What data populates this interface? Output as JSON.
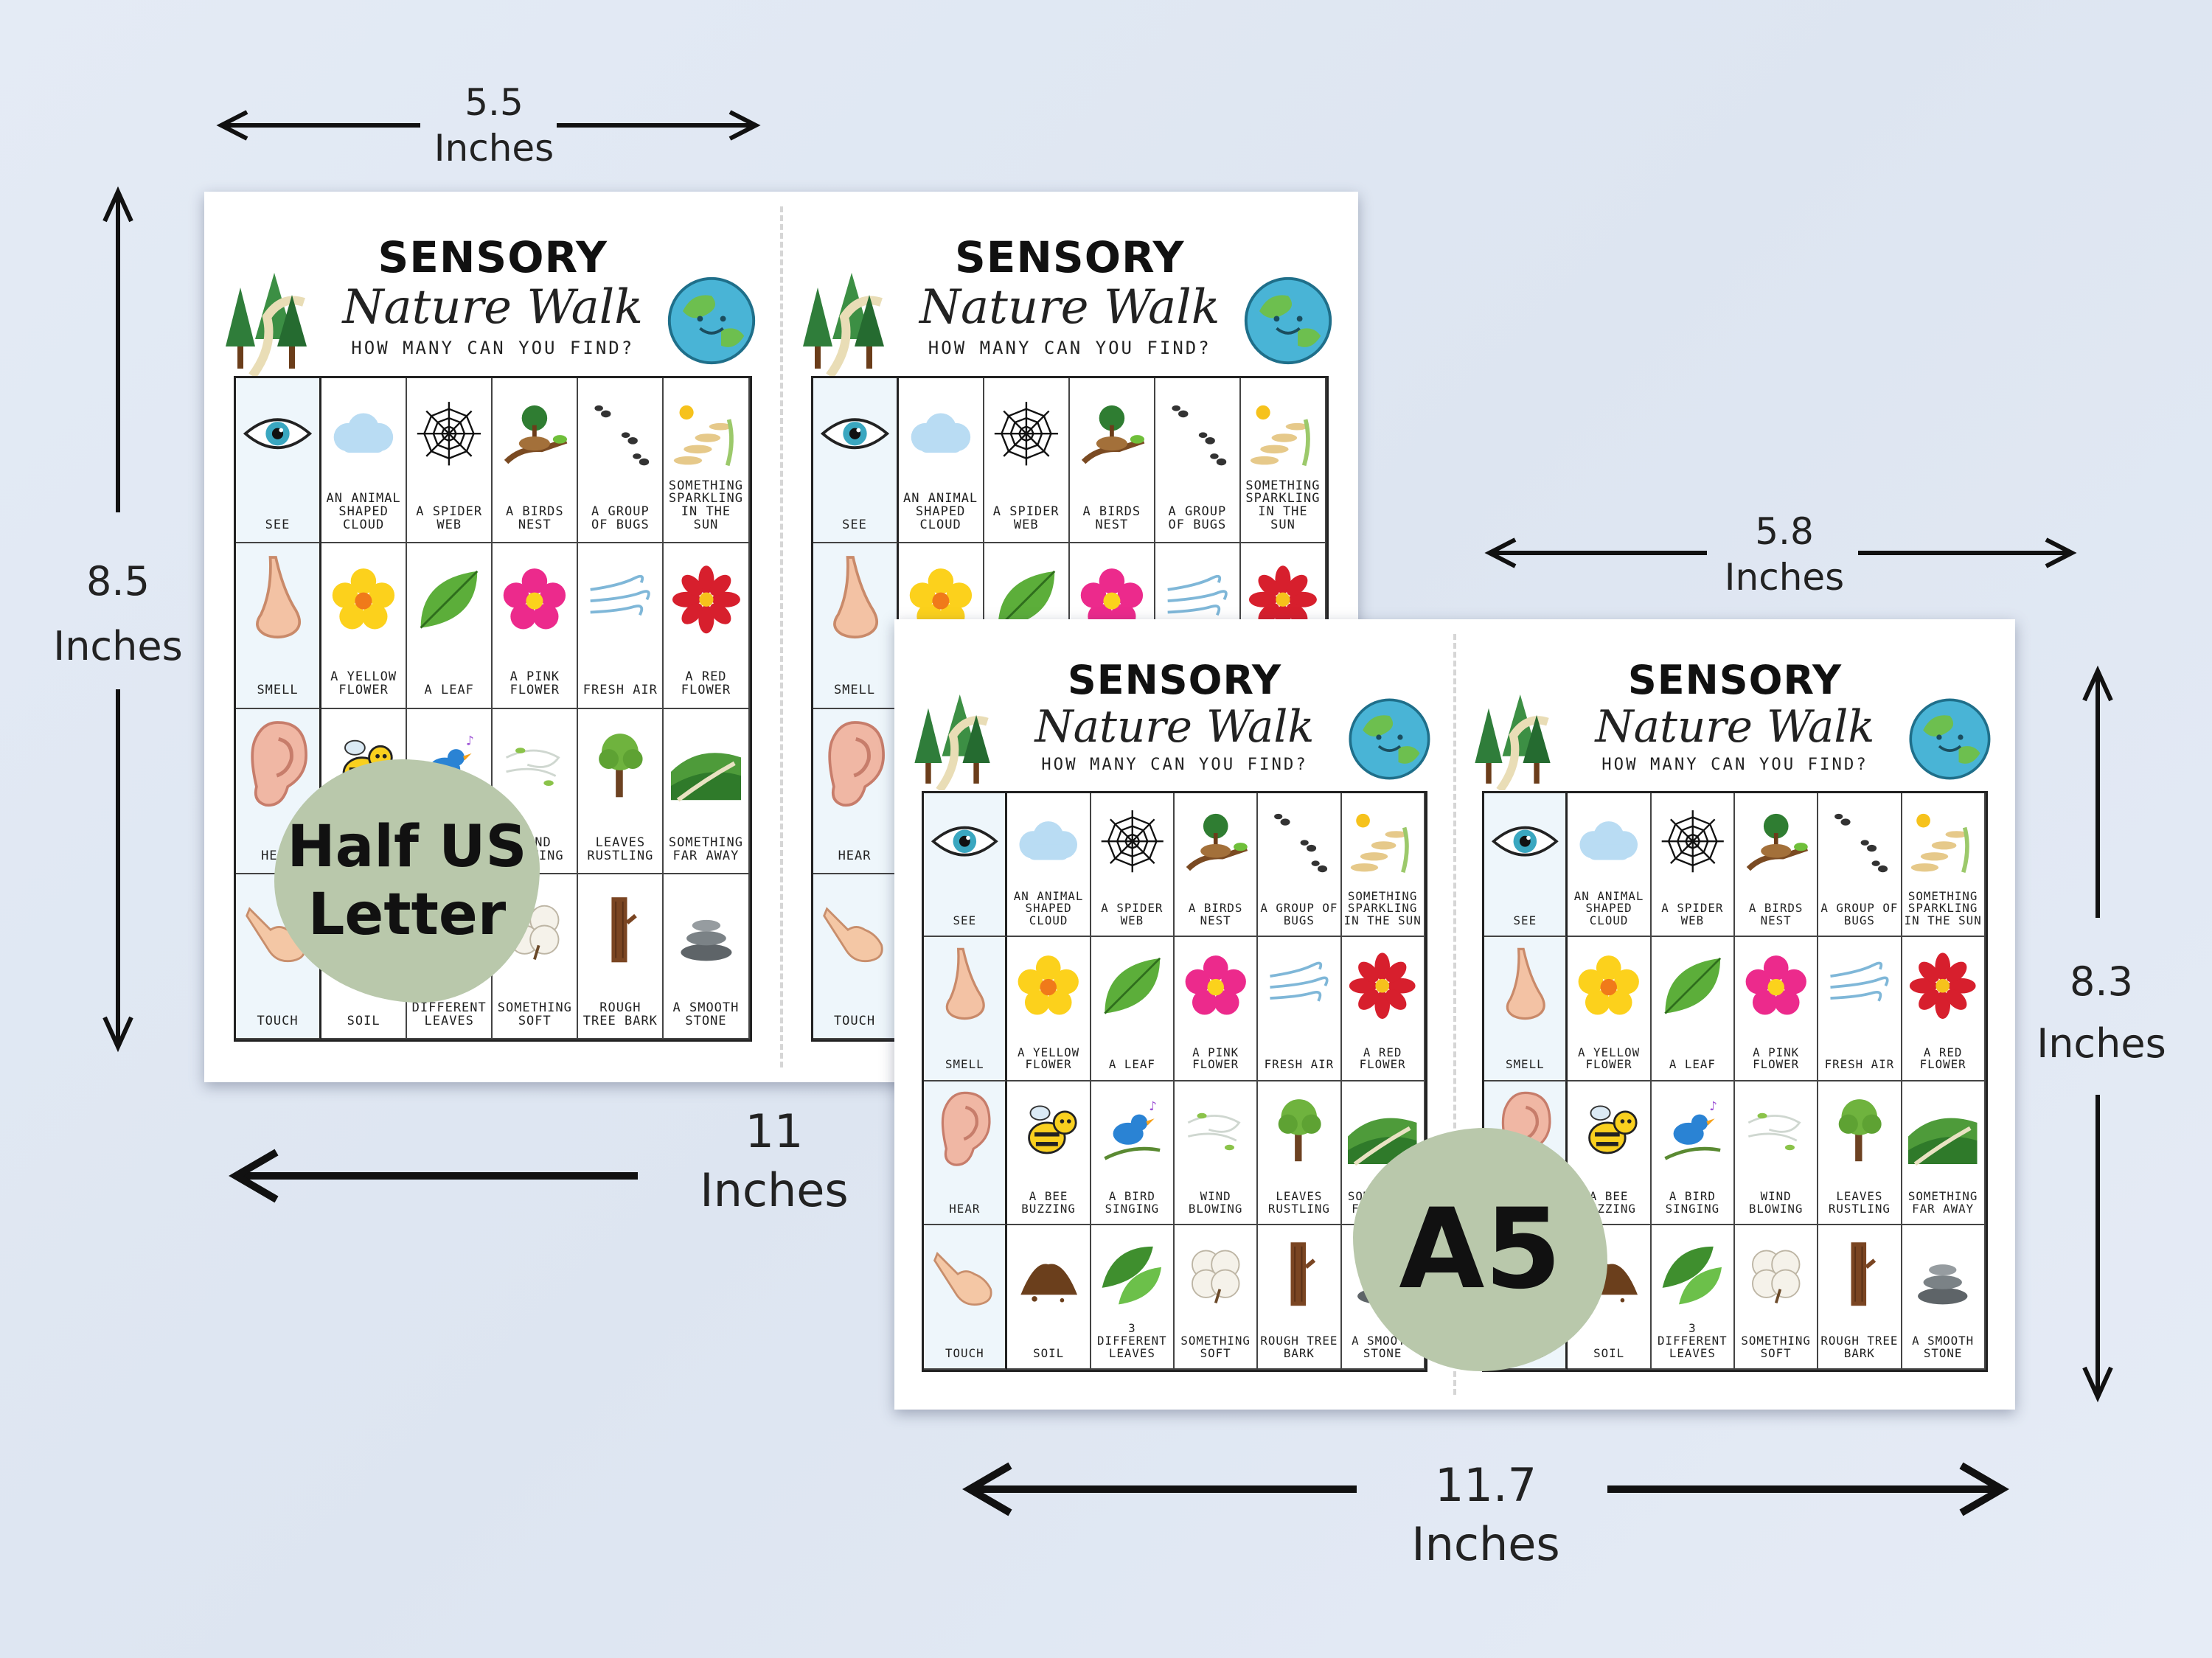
{
  "dimensions": {
    "half_letter_width": {
      "value": "5.5",
      "unit": "Inches"
    },
    "half_letter_height": {
      "value": "8.5",
      "unit": "Inches"
    },
    "letter_spread_width": {
      "value": "11",
      "unit": "Inches"
    },
    "a5_width": {
      "value": "5.8",
      "unit": "Inches"
    },
    "a5_height": {
      "value": "8.3",
      "unit": "Inches"
    },
    "a4_spread_width": {
      "value": "11.7",
      "unit": "Inches"
    }
  },
  "badges": {
    "half_letter_line1": "Half US",
    "half_letter_line2": "Letter",
    "a5": "A5"
  },
  "card": {
    "title": "SENSORY",
    "script_title": "Nature Walk",
    "subtitle": "HOW MANY CAN YOU FIND?",
    "rows": [
      {
        "sense": "SEE",
        "sense_icon": "eye-icon",
        "items": [
          {
            "label": "AN ANIMAL SHAPED CLOUD",
            "icon": "cloud-icon"
          },
          {
            "label": "A SPIDER WEB",
            "icon": "spider-web-icon"
          },
          {
            "label": "A BIRDS NEST",
            "icon": "bird-nest-icon"
          },
          {
            "label": "A GROUP OF BUGS",
            "icon": "ants-icon"
          },
          {
            "label": "SOMETHING SPARKLING IN THE SUN",
            "icon": "sun-path-icon"
          }
        ]
      },
      {
        "sense": "SMELL",
        "sense_icon": "nose-icon",
        "items": [
          {
            "label": "A YELLOW FLOWER",
            "icon": "yellow-flower-icon"
          },
          {
            "label": "A LEAF",
            "icon": "leaf-icon"
          },
          {
            "label": "A PINK FLOWER",
            "icon": "pink-flower-icon"
          },
          {
            "label": "FRESH AIR",
            "icon": "wind-icon"
          },
          {
            "label": "A RED FLOWER",
            "icon": "red-flower-icon"
          }
        ]
      },
      {
        "sense": "HEAR",
        "sense_icon": "ear-icon",
        "items": [
          {
            "label": "A BEE BUZZING",
            "icon": "bee-icon"
          },
          {
            "label": "A BIRD SINGING",
            "icon": "bird-icon"
          },
          {
            "label": "WIND BLOWING",
            "icon": "wind-leaves-icon"
          },
          {
            "label": "LEAVES RUSTLING",
            "icon": "tree-icon"
          },
          {
            "label": "SOMETHING FAR AWAY",
            "icon": "hills-icon"
          }
        ]
      },
      {
        "sense": "TOUCH",
        "sense_icon": "hand-icon",
        "items": [
          {
            "label": "SOIL",
            "icon": "soil-icon"
          },
          {
            "label": "3 DIFFERENT LEAVES",
            "icon": "leaves-icon"
          },
          {
            "label": "SOMETHING SOFT",
            "icon": "cotton-icon"
          },
          {
            "label": "ROUGH TREE BARK",
            "icon": "bark-icon"
          },
          {
            "label": "A SMOOTH STONE",
            "icon": "stones-icon"
          }
        ]
      }
    ]
  },
  "colors": {
    "background": "#e2e9f3",
    "badge": "#b9c8ab",
    "sense_column": "#eef6fb"
  }
}
